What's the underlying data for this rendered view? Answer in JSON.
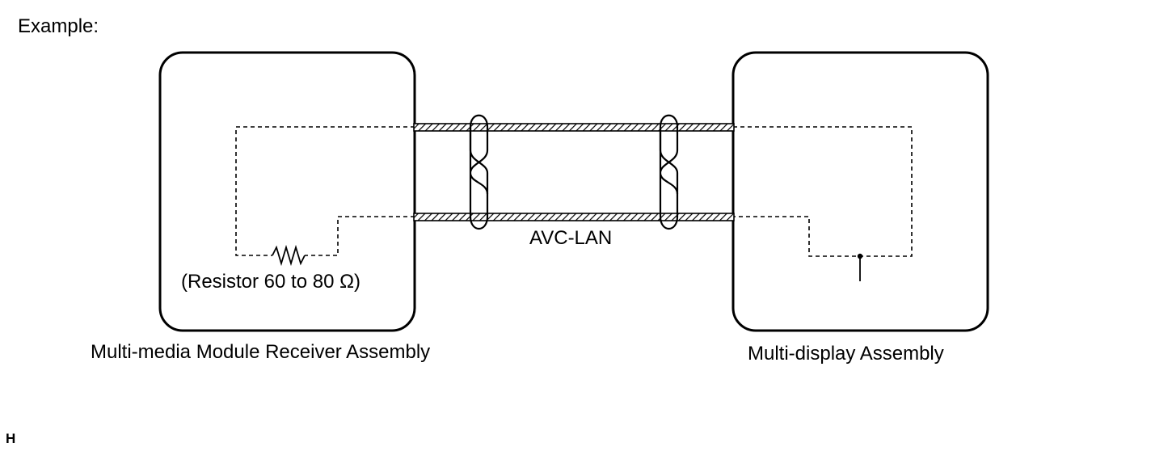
{
  "labels": {
    "example": "Example:",
    "cable": "AVC-LAN",
    "resistor": "(Resistor 60 to 80 Ω)",
    "left_device": "Multi-media Module Receiver Assembly",
    "right_device": "Multi-display Assembly",
    "corner_mark": "H"
  },
  "colors": {
    "line": "#000000",
    "background": "#ffffff"
  }
}
